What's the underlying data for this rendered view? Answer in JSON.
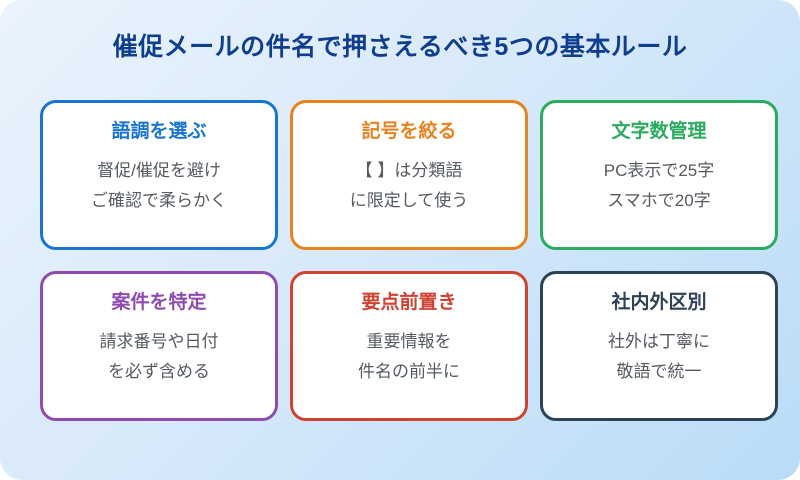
{
  "page": {
    "title": "催促メールの件名で押さえるべき5つの基本ルール",
    "title_color": "#0f3e8e",
    "background_gradient": [
      "#eaf3fd",
      "#b9dcf7"
    ],
    "card_background": "#ffffff",
    "body_text_color": "#555b61"
  },
  "cards": [
    {
      "title": "語調を選ぶ",
      "body": "督促/催促を避け\nご確認で柔らかく",
      "accent": "#1a75d2"
    },
    {
      "title": "記号を絞る",
      "body": "【 】は分類語\nに限定して使う",
      "accent": "#e8821f"
    },
    {
      "title": "文字数管理",
      "body": "PC表示で25字\nスマホで20字",
      "accent": "#2aab60"
    },
    {
      "title": "案件を特定",
      "body": "請求番号や日付\nを必ず含める",
      "accent": "#8f4cb0"
    },
    {
      "title": "要点前置き",
      "body": "重要情報を\n件名の前半に",
      "accent": "#d04232"
    },
    {
      "title": "社内外区別",
      "body": "社外は丁寧に\n敬語で統一",
      "accent": "#2c4257"
    }
  ]
}
